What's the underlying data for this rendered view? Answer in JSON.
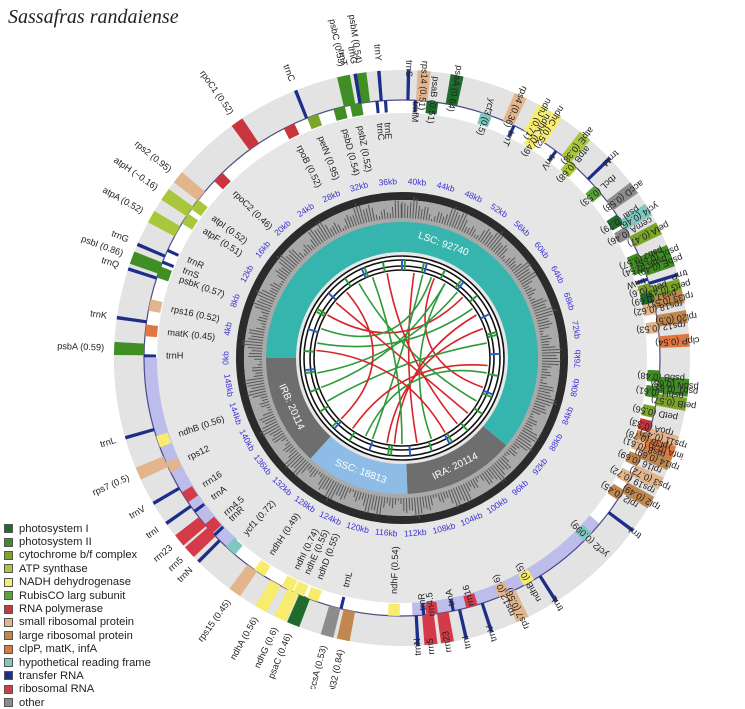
{
  "title": "Sassafras randaiense",
  "region_labels": {
    "lsc": "LSC: 92740",
    "irb": "IRB: 20114",
    "ssc": "SSC: 18813",
    "ira": "IRA: 20114"
  },
  "colors": {
    "lsc": "#35b5ae",
    "irb": "#6e6e6e",
    "ssc": "#8dbde6",
    "ira": "#6e6e6e",
    "ir_shade": "#b9b9ea",
    "outer_ring": "#e3e3e3",
    "gc_inner": "#a9a9a9",
    "gc_bar": "#565656",
    "tick_label": "#3a32d6",
    "link_red": "#d8232a",
    "link_green": "#2f9a3a"
  },
  "ticks": [
    "0kb",
    "4kb",
    "8kb",
    "12kb",
    "16kb",
    "20kb",
    "24kb",
    "28kb",
    "32kb",
    "36kb",
    "40kb",
    "44kb",
    "48kb",
    "52kb",
    "56kb",
    "60kb",
    "64kb",
    "68kb",
    "72kb",
    "76kb",
    "80kb",
    "84kb",
    "88kb",
    "92kb",
    "96kb",
    "100kb",
    "104kb",
    "108kb",
    "112kb",
    "116kb",
    "120kb",
    "124kb",
    "128kb",
    "132kb",
    "136kb",
    "140kb",
    "144kb",
    "148kb"
  ],
  "genes": [
    {
      "label": "psbM (0.54)",
      "cat": "photosystem_ii",
      "pos": 34.4
    },
    {
      "label": "trnC",
      "cat": "transfer_rna",
      "pos": 35.6
    },
    {
      "label": "trnY",
      "cat": "transfer_rna",
      "pos": 36.0
    },
    {
      "label": "trnE",
      "cat": "transfer_rna",
      "pos": 36.4
    },
    {
      "label": "trnS",
      "cat": "transfer_rna",
      "pos": 38.5
    },
    {
      "label": "trnfM",
      "cat": "transfer_rna",
      "pos": 39.2
    },
    {
      "label": "rps14 (0.51)",
      "cat": "small_ribosomal",
      "pos": 39.8
    },
    {
      "label": "psaB (0.51)",
      "cat": "photosystem_i",
      "pos": 40.8
    },
    {
      "label": "psaA (0.64)",
      "cat": "photosystem_i",
      "pos": 42.6
    },
    {
      "label": "ycf3 (0.5)",
      "cat": "hypothetical",
      "pos": 46.0
    },
    {
      "label": "rps4 (0.36)",
      "cat": "small_ribosomal",
      "pos": 48.2
    },
    {
      "label": "trnT",
      "cat": "transfer_rna",
      "pos": 48.8
    },
    {
      "label": "ndhJ (0.71)",
      "cat": "nadh",
      "pos": 50.4
    },
    {
      "label": "ndhK (0.49)",
      "cat": "nadh",
      "pos": 51.0
    },
    {
      "label": "ndhC (0.52)",
      "cat": "nadh",
      "pos": 51.6
    },
    {
      "label": "trnV",
      "cat": "transfer_rna",
      "pos": 53.4
    },
    {
      "label": "atpE (0.38)",
      "cat": "atp_synthase",
      "pos": 54.6
    },
    {
      "label": "atpB (0.68)",
      "cat": "atp_synthase",
      "pos": 55.4
    },
    {
      "label": "trnM",
      "cat": "transfer_rna",
      "pos": 57.4
    },
    {
      "label": "rbcL (0.53)",
      "cat": "rubisco",
      "pos": 58.8
    },
    {
      "label": "accD (0.58)",
      "cat": "other",
      "pos": 60.6
    },
    {
      "label": "psaI (0.79)",
      "cat": "photosystem_i",
      "pos": 62.2
    },
    {
      "label": "ycf4 (0.46)",
      "cat": "hypothetical",
      "pos": 62.8
    },
    {
      "label": "cemA (0.46)",
      "cat": "other",
      "pos": 63.6
    },
    {
      "label": "petA (0.47)",
      "cat": "cytochrome",
      "pos": 64.6
    },
    {
      "label": "psbJ (0.57)",
      "cat": "photosystem_ii",
      "pos": 66.3
    },
    {
      "label": "psbL (0.55)",
      "cat": "photosystem_ii",
      "pos": 66.7
    },
    {
      "label": "psbF (0.54)",
      "cat": "photosystem_ii",
      "pos": 67.1
    },
    {
      "label": "psbE (0.49)",
      "cat": "photosystem_ii",
      "pos": 67.5
    },
    {
      "label": "trnW",
      "cat": "transfer_rna",
      "pos": 68.4
    },
    {
      "label": "trnP",
      "cat": "transfer_rna",
      "pos": 68.8
    },
    {
      "label": "petL (0.6)",
      "cat": "cytochrome",
      "pos": 69.3
    },
    {
      "label": "petG (0.43)",
      "cat": "cytochrome",
      "pos": 69.7
    },
    {
      "label": "psaJ (0.69)",
      "cat": "photosystem_i",
      "pos": 70.2
    },
    {
      "label": "rpl33 (0.51)",
      "cat": "large_ribosomal",
      "pos": 70.7
    },
    {
      "label": "rps18 (0.62)",
      "cat": "small_ribosomal",
      "pos": 71.2
    },
    {
      "label": "rpl20 (0.5)",
      "cat": "large_ribosomal",
      "pos": 72.4
    },
    {
      "label": "rps12 (0.53)",
      "cat": "small_ribosomal",
      "pos": 73.0
    },
    {
      "label": "clpP (0.54)",
      "cat": "clpp",
      "pos": 74.4
    },
    {
      "label": "psbB (0.48)",
      "cat": "photosystem_ii",
      "pos": 77.6
    },
    {
      "label": "psbT (0.61)",
      "cat": "photosystem_ii",
      "pos": 78.6
    },
    {
      "label": "psbH (0.61)",
      "cat": "photosystem_ii",
      "pos": 79.1
    },
    {
      "label": "petB (0.57)",
      "cat": "cytochrome",
      "pos": 79.8
    },
    {
      "label": "petD (0.56)",
      "cat": "cytochrome",
      "pos": 81.0
    },
    {
      "label": "psbN (0.68)",
      "cat": "photosystem_ii",
      "pos": 78.2
    },
    {
      "label": "rpoA (0.33)",
      "cat": "rna_polymerase",
      "pos": 82.4
    },
    {
      "label": "rps11 (0.42)",
      "cat": "small_ribosomal",
      "pos": 83.1
    },
    {
      "label": "rpl36 (0.78)",
      "cat": "large_ribosomal",
      "pos": 83.6
    },
    {
      "label": "infA (0.4)",
      "cat": "clpp",
      "pos": 84.0
    },
    {
      "label": "rps8 (0.61)",
      "cat": "small_ribosomal",
      "pos": 84.4
    },
    {
      "label": "rpl14 (0.69)",
      "cat": "large_ribosomal",
      "pos": 85.0
    },
    {
      "label": "rpl16 (0.69)",
      "cat": "large_ribosomal",
      "pos": 85.8
    },
    {
      "label": "rps3 (0.72)",
      "cat": "small_ribosomal",
      "pos": 86.8
    },
    {
      "label": "rps19 (0.72)",
      "cat": "small_ribosomal",
      "pos": 87.6
    },
    {
      "label": "rpl2 (0.49)",
      "cat": "large_ribosomal",
      "pos": 88.6
    },
    {
      "label": "rpl2 (0.45)",
      "cat": "large_ribosomal",
      "pos": 89.4
    },
    {
      "label": "trnI",
      "cat": "transfer_rna",
      "pos": 91.4
    },
    {
      "label": "ycf2 (0.099)",
      "cat": "hypothetical",
      "pos": 94.4
    },
    {
      "label": "trnL",
      "cat": "transfer_rna",
      "pos": 100.2
    },
    {
      "label": "ndhB (0.5)",
      "cat": "nadh",
      "pos": 101.4
    },
    {
      "label": "rps7 (0.56)",
      "cat": "small_ribosomal",
      "pos": 103.4
    },
    {
      "label": "rps12 (0.6)",
      "cat": "small_ribosomal",
      "pos": 104.0
    },
    {
      "label": "trnV",
      "cat": "transfer_rna",
      "pos": 106.2
    },
    {
      "label": "rrn16",
      "cat": "ribosomal_rna",
      "pos": 107.2
    },
    {
      "label": "trnI",
      "cat": "transfer_rna",
      "pos": 108.4
    },
    {
      "label": "trnA",
      "cat": "transfer_rna",
      "pos": 109.0
    },
    {
      "label": "rrn23",
      "cat": "ribosomal_rna",
      "pos": 110.0
    },
    {
      "label": "rrn4.5",
      "cat": "ribosomal_rna",
      "pos": 111.0
    },
    {
      "label": "rrn5",
      "cat": "ribosomal_rna",
      "pos": 111.4
    },
    {
      "label": "trnR",
      "cat": "transfer_rna",
      "pos": 111.8
    },
    {
      "label": "trnN",
      "cat": "transfer_rna",
      "pos": 112.5
    },
    {
      "label": "ndhF (0.54)",
      "cat": "nadh",
      "pos": 114.6
    },
    {
      "label": "rpl32 (0.84)",
      "cat": "large_ribosomal",
      "pos": 118.8
    },
    {
      "label": "trnL",
      "cat": "transfer_rna",
      "pos": 119.6
    },
    {
      "label": "ccsA (0.53)",
      "cat": "other",
      "pos": 120.2
    },
    {
      "label": "ndhD (0.55)",
      "cat": "nadh",
      "pos": 122.4
    },
    {
      "label": "psaC (0.46)",
      "cat": "photosystem_i",
      "pos": 123.2
    },
    {
      "label": "ndhE (0.55)",
      "cat": "nadh",
      "pos": 123.8
    },
    {
      "label": "ndhG (0.6)",
      "cat": "nadh",
      "pos": 124.4
    },
    {
      "label": "ndhI (0.74)",
      "cat": "nadh",
      "pos": 125.0
    },
    {
      "label": "ndhA (0.56)",
      "cat": "nadh",
      "pos": 126.2
    },
    {
      "label": "ndhH (0.49)",
      "cat": "nadh",
      "pos": 128.0
    },
    {
      "label": "rps15 (0.45)",
      "cat": "small_ribosomal",
      "pos": 128.8
    },
    {
      "label": "ycf1 (0.72)",
      "cat": "hypothetical",
      "pos": 131.4
    },
    {
      "label": "trnN",
      "cat": "transfer_rna",
      "pos": 132.8
    },
    {
      "label": "trnR",
      "cat": "transfer_rna",
      "pos": 133.5
    },
    {
      "label": "rrn5",
      "cat": "ribosomal_rna",
      "pos": 133.9
    },
    {
      "label": "rrn4.5",
      "cat": "ribosomal_rna",
      "pos": 134.3
    },
    {
      "label": "rrn23",
      "cat": "ribosomal_rna",
      "pos": 135.2
    },
    {
      "label": "trnA",
      "cat": "transfer_rna",
      "pos": 136.4
    },
    {
      "label": "trnI",
      "cat": "transfer_rna",
      "pos": 137.0
    },
    {
      "label": "rrn16",
      "cat": "ribosomal_rna",
      "pos": 138.0
    },
    {
      "label": "trnV",
      "cat": "transfer_rna",
      "pos": 139.0
    },
    {
      "label": "rps12",
      "cat": "small_ribosomal",
      "pos": 141.2
    },
    {
      "label": "rps7 (0.5)",
      "cat": "small_ribosomal",
      "pos": 141.8
    },
    {
      "label": "ndhB (0.56)",
      "cat": "nadh",
      "pos": 143.8
    },
    {
      "label": "trnL",
      "cat": "transfer_rna",
      "pos": 145.0
    },
    {
      "label": "trnH",
      "cat": "transfer_rna",
      "pos": 0.2
    },
    {
      "label": "psbA (0.59)",
      "cat": "photosystem_ii",
      "pos": 0.8
    },
    {
      "label": "matK (0.45)",
      "cat": "clpp",
      "pos": 2.6
    },
    {
      "label": "trnK",
      "cat": "transfer_rna",
      "pos": 3.4
    },
    {
      "label": "rps16 (0.52)",
      "cat": "small_ribosomal",
      "pos": 5.0
    },
    {
      "label": "trnQ",
      "cat": "transfer_rna",
      "pos": 7.6
    },
    {
      "label": "psbK (0.57)",
      "cat": "photosystem_ii",
      "pos": 8.2
    },
    {
      "label": "psbI (0.86)",
      "cat": "photosystem_ii",
      "pos": 8.6
    },
    {
      "label": "trnS",
      "cat": "transfer_rna",
      "pos": 9.2
    },
    {
      "label": "trnG",
      "cat": "transfer_rna",
      "pos": 9.8
    },
    {
      "label": "trnR",
      "cat": "transfer_rna",
      "pos": 10.4
    },
    {
      "label": "atpA (0.52)",
      "cat": "atp_synthase",
      "pos": 12.4
    },
    {
      "label": "atpF (0.51)",
      "cat": "atp_synthase",
      "pos": 13.8
    },
    {
      "label": "atpH (~0.16)",
      "cat": "atp_synthase",
      "pos": 14.6
    },
    {
      "label": "atpI (0.52)",
      "cat": "atp_synthase",
      "pos": 15.4
    },
    {
      "label": "rps2 (0.95)",
      "cat": "small_ribosomal",
      "pos": 16.4
    },
    {
      "label": "rpoC2 (0.46)",
      "cat": "rna_polymerase",
      "pos": 18.8
    },
    {
      "label": "rpoC1 (0.52)",
      "cat": "rna_polymerase",
      "pos": 23.2
    },
    {
      "label": "rpoB (0.52)",
      "cat": "rna_polymerase",
      "pos": 27.0
    },
    {
      "label": "trnC",
      "cat": "transfer_rna",
      "pos": 28.8
    },
    {
      "label": "petN (0.95)",
      "cat": "cytochrome",
      "pos": 29.4
    },
    {
      "label": "trnT",
      "cat": "transfer_rna",
      "pos": 33.2
    },
    {
      "label": "psbD (0.54)",
      "cat": "photosystem_ii",
      "pos": 32.0
    },
    {
      "label": "psbC (0.53)",
      "cat": "photosystem_ii",
      "pos": 33.0
    },
    {
      "label": "psbZ (0.52)",
      "cat": "photosystem_ii",
      "pos": 33.6
    },
    {
      "label": "trnG",
      "cat": "transfer_rna",
      "pos": 34.0
    }
  ],
  "legend": [
    {
      "name": "photosystem I",
      "color": "#1e6b2c"
    },
    {
      "name": "photosystem II",
      "color": "#3f8f24"
    },
    {
      "name": "cytochrome b/f complex",
      "color": "#7aa42a"
    },
    {
      "name": "ATP synthase",
      "color": "#a8c73a"
    },
    {
      "name": "NADH dehydrogenase",
      "color": "#f7ec6d"
    },
    {
      "name": "RubisCO larg subunit",
      "color": "#5da13b"
    },
    {
      "name": "RNA polymerase",
      "color": "#c8353c"
    },
    {
      "name": "small ribosomal protein",
      "color": "#e2b58d"
    },
    {
      "name": "large ribosomal protein",
      "color": "#c2874e"
    },
    {
      "name": "clpP, matK, infA",
      "color": "#e07741"
    },
    {
      "name": "hypothetical reading frame",
      "color": "#7ec8c0"
    },
    {
      "name": "transfer RNA",
      "color": "#1c2e8a"
    },
    {
      "name": "ribosomal RNA",
      "color": "#d43a48"
    },
    {
      "name": "other",
      "color": "#8c8c8c"
    }
  ]
}
